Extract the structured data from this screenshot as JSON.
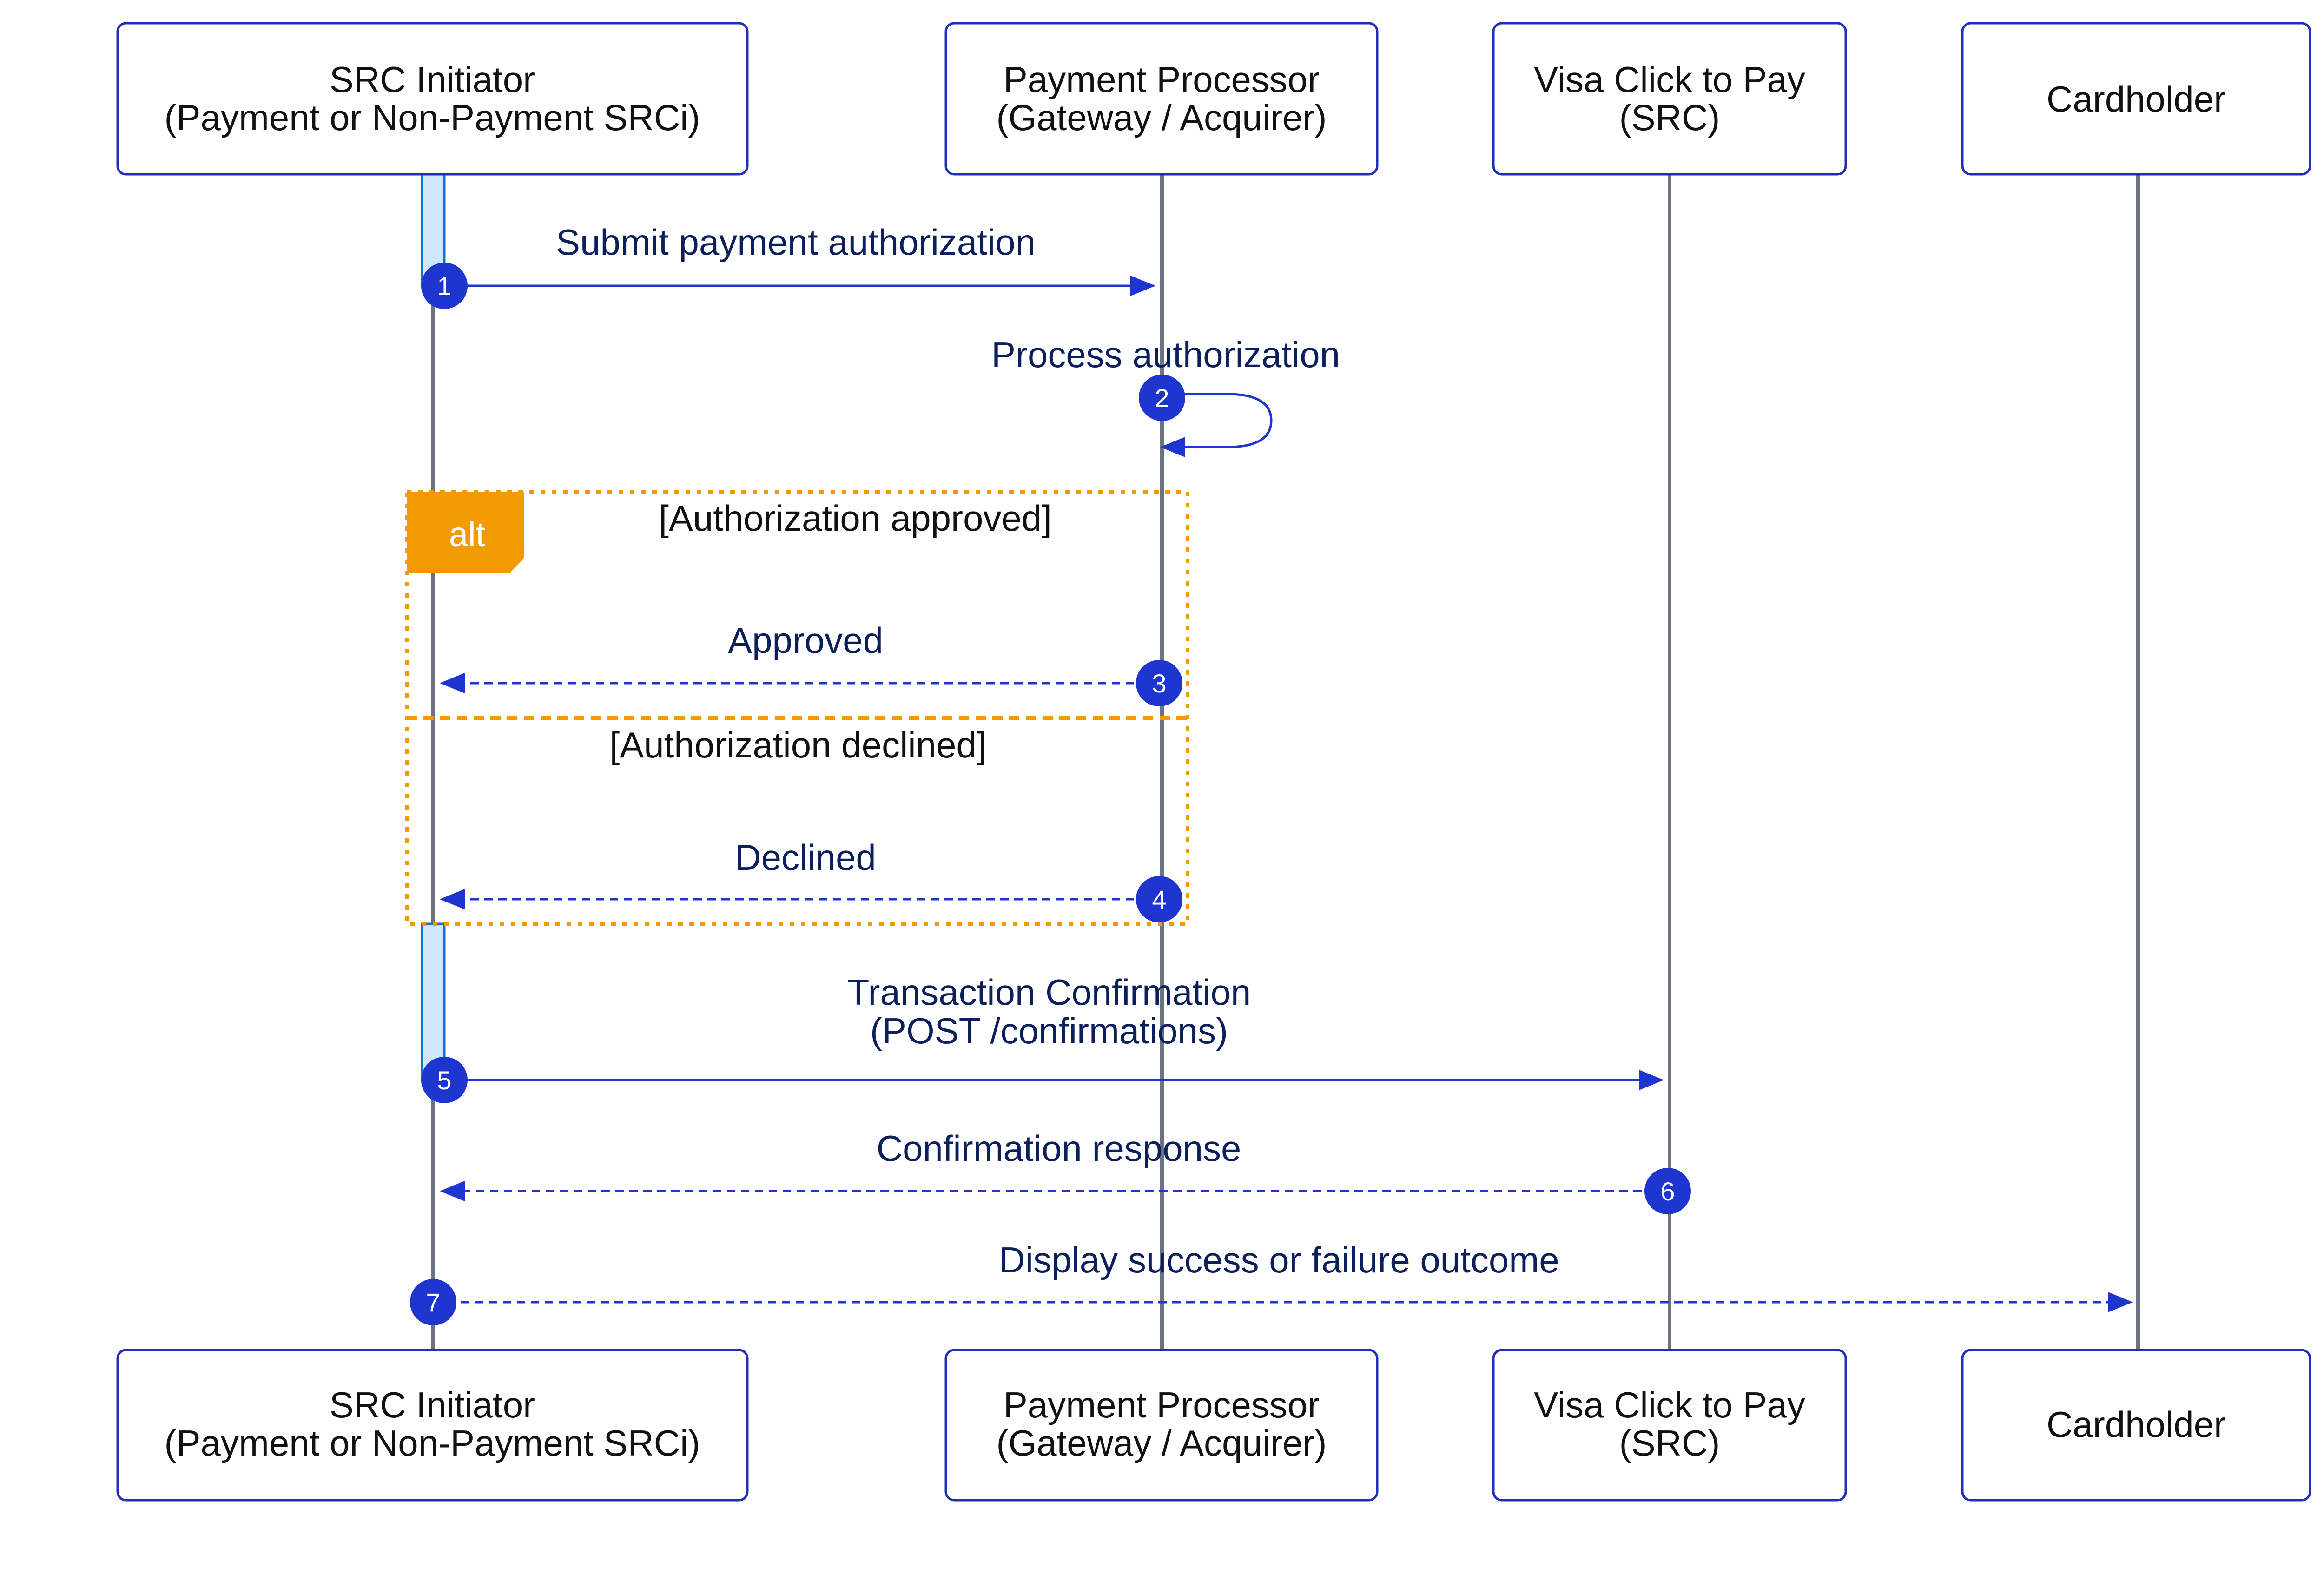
{
  "colors": {
    "participant_border": "#1f2fb8",
    "lifeline": "#6b7280",
    "message": "#1f35d0",
    "badge": "#1f35d0",
    "activation_fill": "#cfe7fb",
    "activation_stroke": "#1f6fbf",
    "fragment": "#f29b00",
    "message_text": "#0b1f5c"
  },
  "participants": [
    {
      "id": "src",
      "line1": "SRC Initiator",
      "line2": "(Payment or Non-Payment SRCi)"
    },
    {
      "id": "pp",
      "line1": "Payment Processor",
      "line2": "(Gateway / Acquirer)"
    },
    {
      "id": "visa",
      "line1": "Visa Click to Pay",
      "line2": "(SRC)"
    },
    {
      "id": "ch",
      "line1": "Cardholder",
      "line2": ""
    }
  ],
  "messages": [
    {
      "num": "1",
      "from": "src",
      "to": "pp",
      "style": "solid",
      "line1": "Submit payment authorization",
      "line2": ""
    },
    {
      "num": "2",
      "from": "pp",
      "to": "pp",
      "style": "self",
      "line1": "Process authorization",
      "line2": ""
    },
    {
      "num": "3",
      "from": "pp",
      "to": "src",
      "style": "dashed",
      "line1": "Approved",
      "line2": ""
    },
    {
      "num": "4",
      "from": "pp",
      "to": "src",
      "style": "dashed",
      "line1": "Declined",
      "line2": ""
    },
    {
      "num": "5",
      "from": "src",
      "to": "visa",
      "style": "solid",
      "line1": "Transaction Confirmation",
      "line2": "(POST /confirmations)"
    },
    {
      "num": "6",
      "from": "visa",
      "to": "src",
      "style": "dashed",
      "line1": "Confirmation response",
      "line2": ""
    },
    {
      "num": "7",
      "from": "src",
      "to": "ch",
      "style": "dashed",
      "line1": "Display success or failure outcome",
      "line2": ""
    }
  ],
  "fragment": {
    "tag": "alt",
    "guards": [
      "[Authorization approved]",
      "[Authorization declined]"
    ]
  }
}
